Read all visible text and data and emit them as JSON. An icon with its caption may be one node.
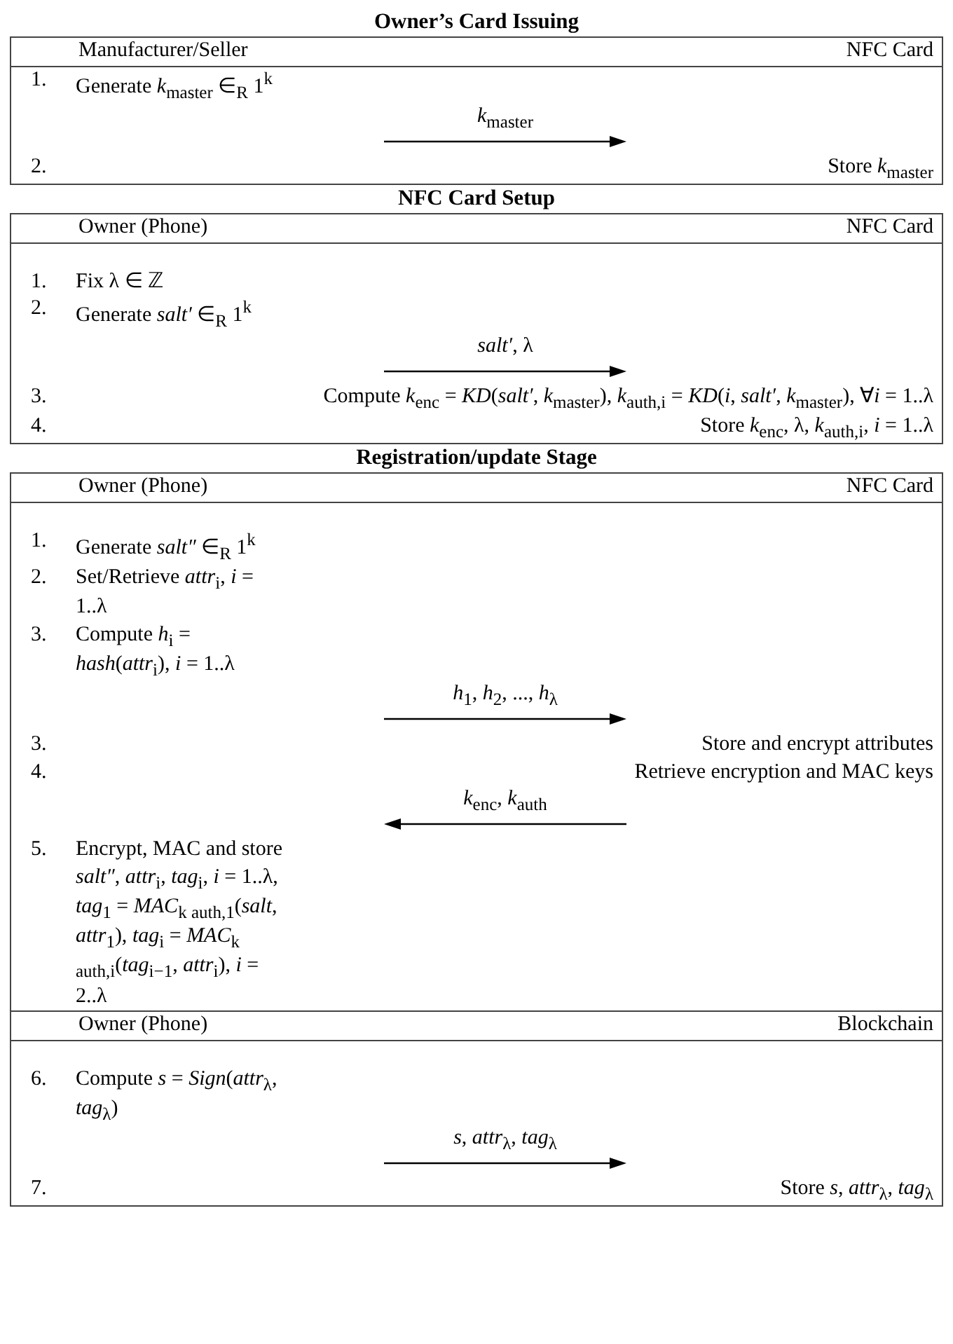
{
  "diagram": {
    "labels": [
      "Owner’s Card Issuing",
      "Manufacturer/Seller",
      "NFC Card",
      "1.",
      "Generate *k*$_{master}$ ∈$_{R}$ 1$^{k}$",
      "*k*$_{master}$",
      "2.",
      "Store *k*$_{master}$",
      "NFC Card Setup",
      "Owner (Phone)",
      "NFC Card",
      "1.",
      "Fix λ ∈ ℤ",
      "2.",
      "Generate *salt′* ∈$_{R}$ 1$^{k}$",
      "*salt′*, λ",
      "3.",
      "Compute *k*$_{enc}$ = *KD*(*salt′*, *k*$_{master}$), *k*$_{auth,i}$ = *KD*(*i*, *salt′*, *k*$_{master}$), ∀*i* = 1..λ",
      "4.",
      "Store *k*$_{enc}$, λ, *k*$_{auth,i}$, *i* = 1..λ",
      "Registration/update Stage",
      "Owner (Phone)",
      "NFC Card",
      "1.",
      "Generate *salt″* ∈$_{R}$ 1$^{k}$",
      "2.",
      "Set/Retrieve *attr*$_{i}$, *i* = 1..λ",
      "3.",
      "Compute *h*$_{i}$ = *hash*(*attr*$_{i}$), *i* = 1..λ",
      "*h*$_{1}$, *h*$_{2}$, ..., *h*$_{λ}$",
      "3.",
      "Store and encrypt attributes",
      "4.",
      "Retrieve encryption and MAC keys",
      "*k*$_{enc}$, *k*$_{auth}$",
      "5.",
      "Encrypt, MAC and store *salt″*, *attr*$_{i}$, *tag*$_{i}$, *i* = 1..λ, *tag*$_{1}$ = *MAC*$_{k auth,1}$(*salt*, *attr*$_{1}$), *tag*$_{i}$ = *MAC*$_{k auth,i}$(*tag*$_{i−1}$, *attr*$_{i}$), *i* = 2..λ",
      "Owner (Phone)",
      "Blockchain",
      "6.",
      "Compute *s* = *Sign*(*attr*$_{λ}$, *tag*$_{λ}$)",
      "*s*, *attr*$_{λ}$, *tag*$_{λ}$",
      "7.",
      "Store *s*, *attr*$_{λ}$, *tag*$_{λ}$"
    ]
  }
}
